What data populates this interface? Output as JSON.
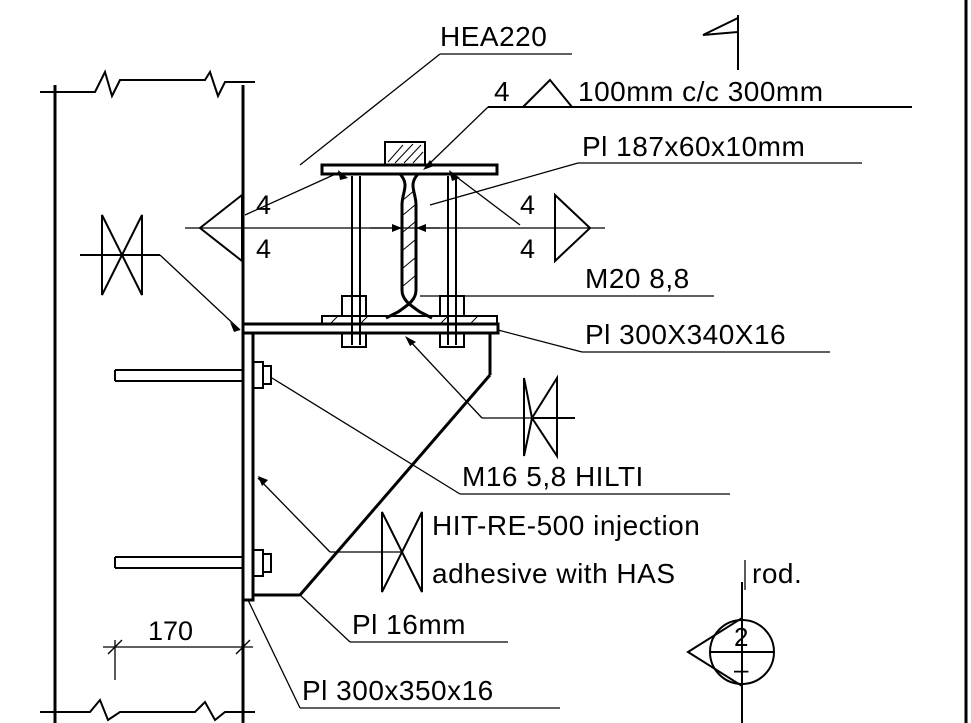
{
  "labels": {
    "profile": "HEA220",
    "weld_spec": "100mm c/c 300mm",
    "weld_size": "4",
    "plate_top": "Pl 187x60x10mm",
    "weld_left_top": "4",
    "weld_left_bottom": "4",
    "weld_right_top": "4",
    "weld_right_bottom": "4",
    "bolt": "M20 8,8",
    "base_plate": "Pl 300X340X16",
    "anchor_line1": "M16 5,8 HILTI",
    "anchor_line2": "HIT-RE-500 injection",
    "anchor_line3": "adhesive with HAS",
    "anchor_line3b": "rod.",
    "stiffener": "Pl 16mm",
    "wall_plate": "Pl 300x350x16",
    "dimension": "170",
    "section_number": "2",
    "section_sub": "–"
  }
}
